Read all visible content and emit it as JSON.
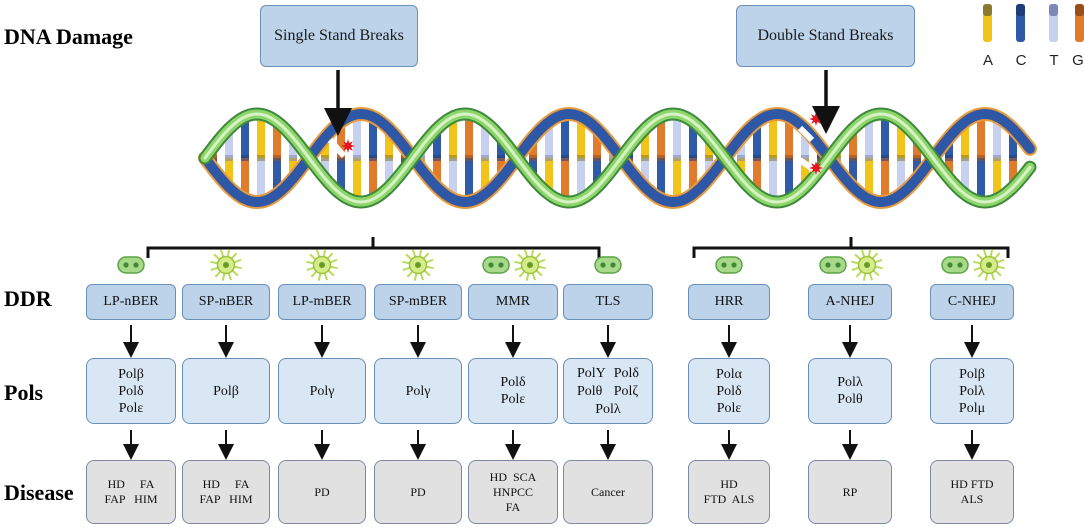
{
  "row_labels": {
    "dna_damage": "DNA Damage",
    "ddr": "DDR",
    "pols": "Pols",
    "disease": "Disease"
  },
  "damage_types": {
    "single": "Single Stand Breaks",
    "double": "Double Stand Breaks"
  },
  "legend": {
    "items": [
      {
        "label": "A",
        "color": "#f2c318"
      },
      {
        "label": "C",
        "color": "#2e5aa8"
      },
      {
        "label": "T",
        "color": "#c7d0ee"
      },
      {
        "label": "G",
        "color": "#e07b2c"
      }
    ]
  },
  "colors": {
    "backbone_green": "#7dcf5a",
    "backbone_blue": "#2e58a6",
    "backbone_orange": "#e89a3c",
    "damage_red": "#e8141e",
    "cell_green": "#a8d98a",
    "neuron_green": "#b8dc5a"
  },
  "pathways": [
    {
      "ddr": "LP-nBER",
      "pols": "Polβ\nPolδ\nPolε",
      "disease": "HD     FA\nFAP   HIM",
      "cell_icons": [
        "cell-icon"
      ]
    },
    {
      "ddr": "SP-nBER",
      "pols": "Polβ",
      "disease": "HD     FA\nFAP   HIM",
      "cell_icons": [
        "neuron-icon"
      ]
    },
    {
      "ddr": "LP-mBER",
      "pols": "Polγ",
      "disease": "PD",
      "cell_icons": [
        "neuron-icon"
      ]
    },
    {
      "ddr": "SP-mBER",
      "pols": "Polγ",
      "disease": "PD",
      "cell_icons": [
        "neuron-icon"
      ]
    },
    {
      "ddr": "MMR",
      "pols": "Polδ\nPolε",
      "disease": "HD  SCA\nHNPCC\nFA",
      "cell_icons": [
        "cell-icon",
        "neuron-icon"
      ]
    },
    {
      "ddr": "TLS",
      "pols_grid": [
        "PolY",
        "Polδ",
        "Polθ",
        "Polζ",
        "Polλ"
      ],
      "disease": "Cancer",
      "cell_icons": [
        "cell-icon"
      ]
    },
    {
      "ddr": "HRR",
      "pols": "Polα\nPolδ\nPolε",
      "disease": "HD\nFTD  ALS",
      "cell_icons": [
        "cell-icon"
      ]
    },
    {
      "ddr": "A-NHEJ",
      "pols": "Polλ\nPolθ",
      "disease": "RP",
      "cell_icons": [
        "cell-icon",
        "neuron-icon"
      ]
    },
    {
      "ddr": "C-NHEJ",
      "pols": "Polβ\nPolλ\nPolμ",
      "disease": "HD FTD\nALS",
      "cell_icons": [
        "cell-icon",
        "neuron-icon"
      ]
    }
  ]
}
